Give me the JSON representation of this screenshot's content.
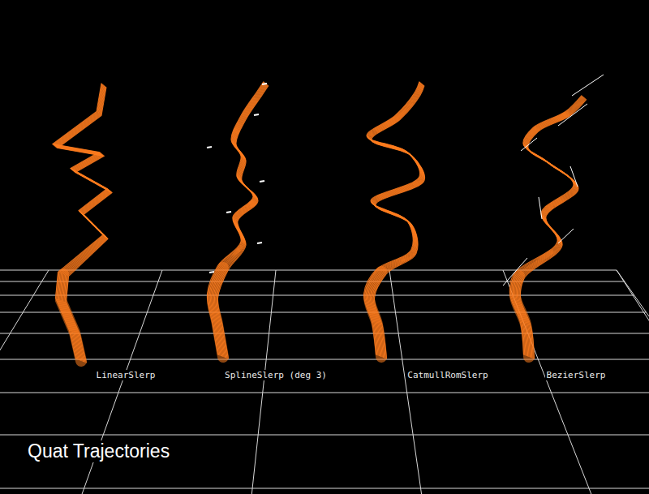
{
  "diagram": {
    "caption": "Quat Trajectories",
    "labels": [
      "LinearSlerp",
      "SplineSlerp (deg 3)",
      "CatmullRomSlerp",
      "BezierSlerp"
    ]
  }
}
